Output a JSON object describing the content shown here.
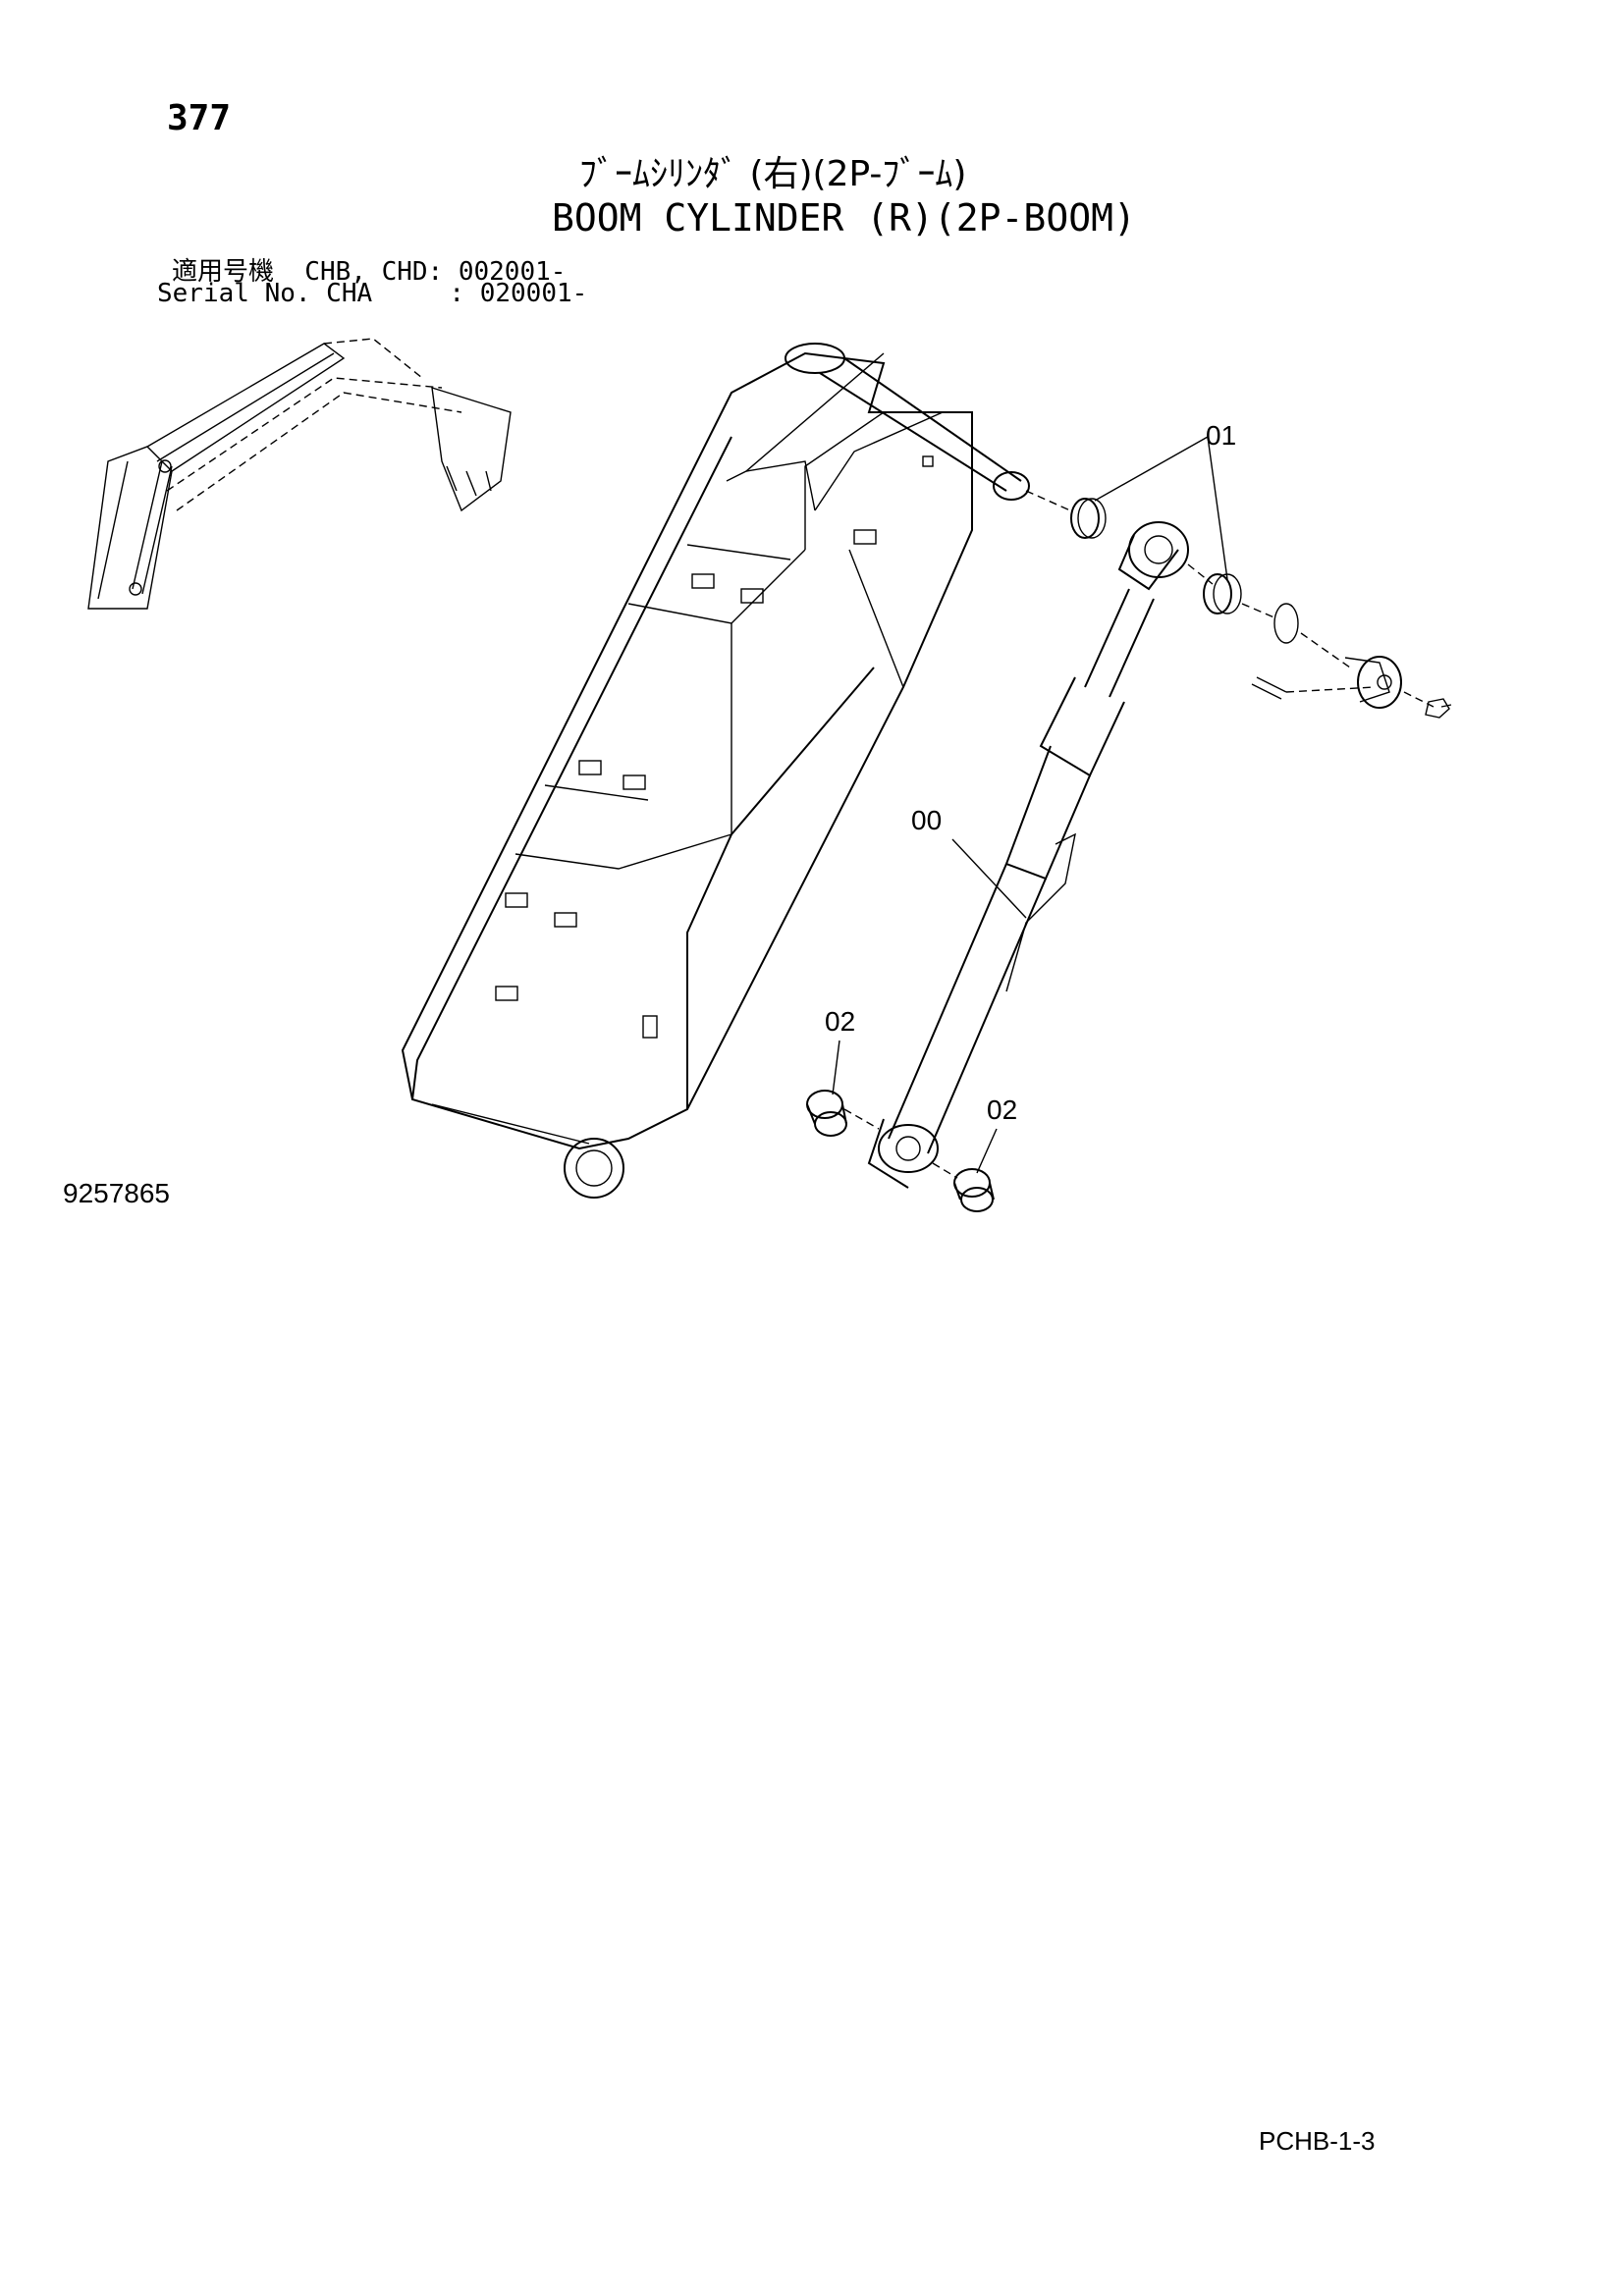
{
  "header": {
    "page_number": "377",
    "title_jp": "ﾌﾞｰﾑｼﾘﾝﾀﾞ (右)(2P-ﾌﾞｰﾑ)",
    "title_en": "BOOM CYLINDER (R)(2P-BOOM)",
    "serial_line_1": "適用号機  CHB, CHD: 002001-",
    "serial_line_2": "Serial No. CHA     : 020001-"
  },
  "callouts": {
    "part_00": "00",
    "part_01": "01",
    "part_02_left": "02",
    "part_02_right": "02"
  },
  "footer": {
    "drawing_number": "9257865",
    "page_code": "PCHB-1-3"
  }
}
